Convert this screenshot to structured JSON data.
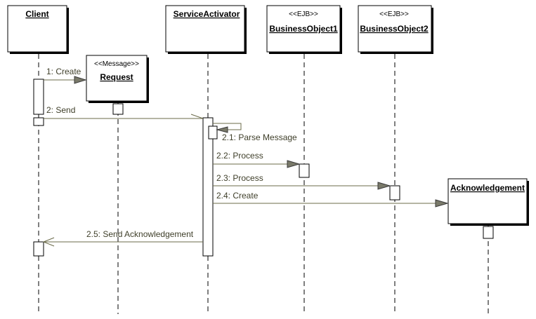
{
  "diagram": {
    "type": "sequence",
    "objects": {
      "client": {
        "name": "Client",
        "stereotype": ""
      },
      "request": {
        "name": "Request",
        "stereotype": "<<Message>>"
      },
      "service_activator": {
        "name": "ServiceActivator",
        "stereotype": ""
      },
      "business_object1": {
        "name": "BusinessObject1",
        "stereotype": "<<EJB>>"
      },
      "business_object2": {
        "name": "BusinessObject2",
        "stereotype": "<<EJB>>"
      },
      "acknowledgement": {
        "name": "Acknowledgement",
        "stereotype": ""
      }
    },
    "messages": {
      "m1": {
        "label": "1: Create",
        "from": "Client",
        "to": "Request"
      },
      "m2": {
        "label": "2: Send",
        "from": "Client",
        "to": "ServiceActivator"
      },
      "m21": {
        "label": "2.1: Parse Message",
        "from": "ServiceActivator",
        "to": "ServiceActivator"
      },
      "m22": {
        "label": "2.2: Process",
        "from": "ServiceActivator",
        "to": "BusinessObject1"
      },
      "m23": {
        "label": "2.3: Process",
        "from": "ServiceActivator",
        "to": "BusinessObject2"
      },
      "m24": {
        "label": "2.4: Create",
        "from": "ServiceActivator",
        "to": "Acknowledgement"
      },
      "m25": {
        "label": "2.5: Send Acknowledgement",
        "from": "ServiceActivator",
        "to": "Client"
      }
    },
    "colors": {
      "message_line": "#6b6b4a",
      "arrowhead_fill": "#7a7a6a",
      "label_text": "#3f3f2a"
    }
  }
}
